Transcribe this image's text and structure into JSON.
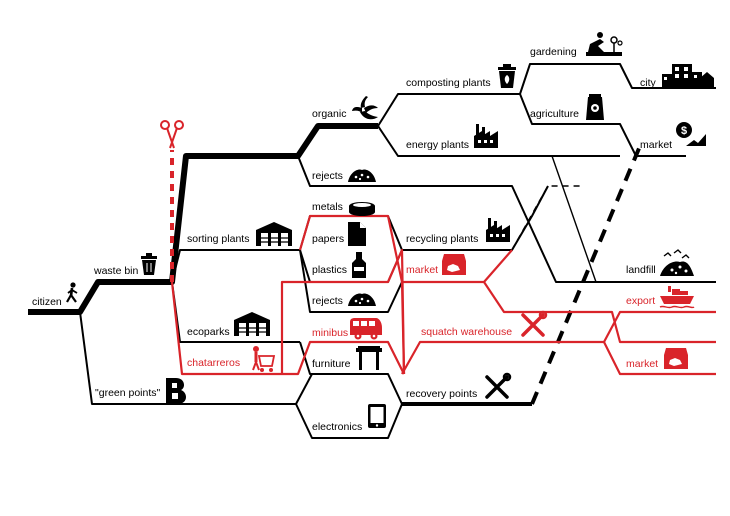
{
  "colors": {
    "black": "#000000",
    "red": "#d9242a",
    "background": "#ffffff"
  },
  "nodes": {
    "citizen": "citizen",
    "waste_bin": "waste bin",
    "sorting_plants": "sorting plants",
    "ecoparks": "ecoparks",
    "chatarreros": "chatarreros",
    "green_points": "\"green points\"",
    "organic": "organic",
    "rejects_top": "rejects",
    "metals": "metals",
    "papers": "papers",
    "plastics": "plastics",
    "rejects_mid": "rejects",
    "minibus": "minibus",
    "furniture": "furniture",
    "electronics": "electronics",
    "composting_plants": "composting plants",
    "energy_plants": "energy plants",
    "recycling_plants": "recycling plants",
    "market_mid": "market",
    "squatch_warehouse": "squatch warehouse",
    "recovery_points": "recovery points",
    "gardening": "gardening",
    "agriculture": "agriculture",
    "city": "city",
    "market_top": "market",
    "landfill": "landfill",
    "export": "export",
    "market_bottom": "market"
  },
  "icons": [
    "walking-person-icon",
    "trash-bin-icon",
    "scissors-icon",
    "warehouse-icon",
    "banana-peel-icon",
    "compost-bin-icon",
    "factory-icon",
    "gardener-icon",
    "seed-bag-icon",
    "city-skyline-icon",
    "money-chart-icon",
    "waste-pile-icon",
    "metal-can-icon",
    "paper-sheet-icon",
    "plastic-bottle-icon",
    "market-stall-icon",
    "minibus-icon",
    "tools-icon",
    "shopping-cart-icon",
    "table-icon",
    "bold-b-logo-icon",
    "tablet-icon",
    "cargo-ship-icon",
    "landfill-pile-icon"
  ]
}
